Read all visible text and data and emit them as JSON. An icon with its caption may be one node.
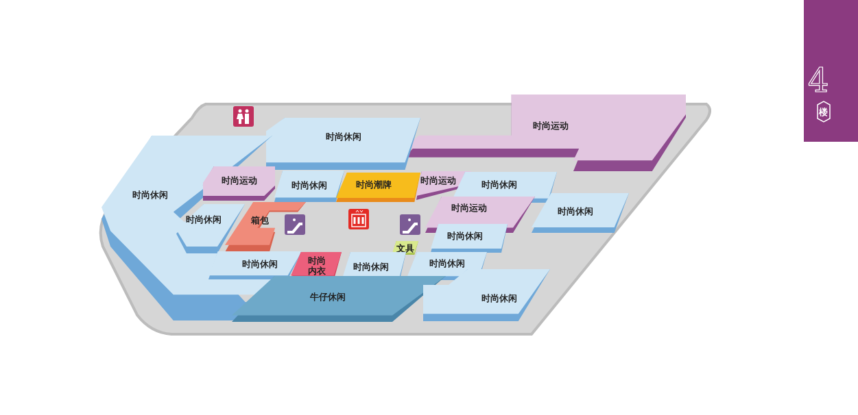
{
  "diagram": {
    "nodes": [
      {
        "text": [
          "时尚运动"
        ]
      },
      {
        "text": [
          "时尚休闲"
        ]
      },
      {
        "text": [
          "时尚休闲"
        ]
      },
      {
        "text": [
          "时尚运动"
        ]
      },
      {
        "text": [
          "时尚休闲"
        ]
      },
      {
        "text": [
          "时尚潮牌"
        ]
      },
      {
        "text": [
          "时尚运动"
        ]
      },
      {
        "text": [
          "时尚休闲"
        ]
      },
      {
        "text": [
          "时尚休闲"
        ]
      },
      {
        "text": [
          "时尚运动"
        ]
      },
      {
        "text": [
          "时尚休闲"
        ]
      },
      {
        "text": [
          "箱包"
        ]
      },
      {
        "text": [
          "时尚休闲"
        ]
      },
      {
        "text": [
          "文具"
        ]
      },
      {
        "text": [
          "时尚休闲"
        ]
      },
      {
        "text": [
          "时尚内衣"
        ]
      },
      {
        "text": [
          "时尚休闲"
        ]
      },
      {
        "text": [
          "时尚休闲"
        ]
      },
      {
        "text": [
          "牛仔休闲"
        ]
      },
      {
        "text": [
          "时尚休闲"
        ]
      },
      {
        "text": [
          "4",
          "楼"
        ]
      }
    ]
  }
}
